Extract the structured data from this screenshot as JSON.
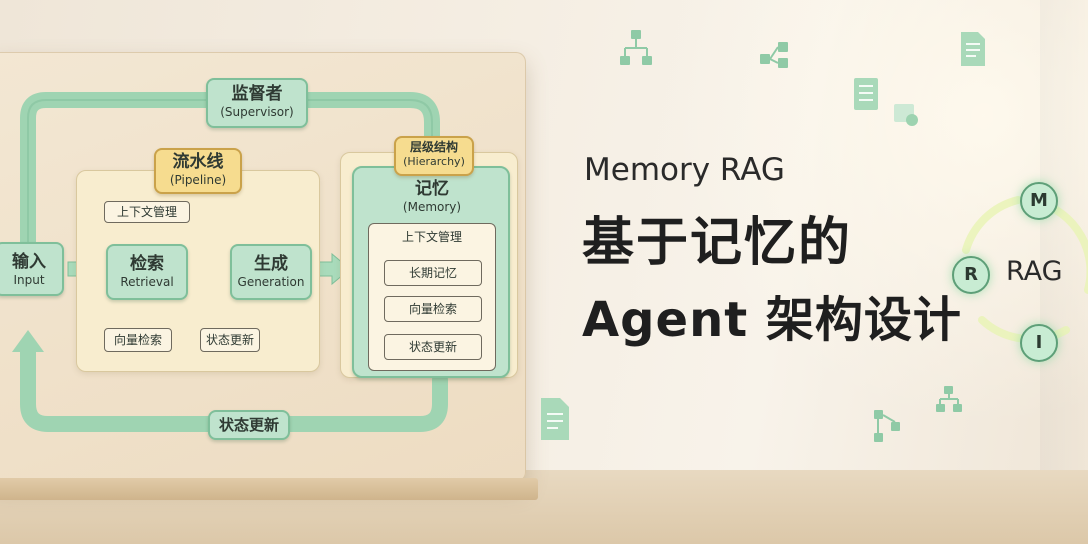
{
  "diagram": {
    "supervisor": {
      "zh": "监督者",
      "en": "(Supervisor)"
    },
    "pipeline": {
      "zh": "流水线",
      "en": "(Pipeline)"
    },
    "hierarchy": {
      "zh": "层级结构",
      "en": "(Hierarchy)"
    },
    "input": {
      "zh": "输入",
      "en": "Input"
    },
    "retrieval": {
      "zh": "检索",
      "en": "Retrieval"
    },
    "generation": {
      "zh": "生成",
      "en": "Generation"
    },
    "memory": {
      "zh": "记忆",
      "en": "(Memory)"
    },
    "pipeline_context_mgmt": "上下文管理",
    "vector_search": "向量检索",
    "state_update_small": "状态更新",
    "memory_context_mgmt": "上下文管理",
    "long_term_memory": "长期记忆",
    "memory_vector_search": "向量检索",
    "memory_state_update": "状态更新",
    "state_update_loop": "状态更新"
  },
  "title": {
    "en": "Memory RAG",
    "zh_line1": "基于记忆的",
    "zh_line2": "Agent 架构设计"
  },
  "cycle": {
    "letters": [
      "M",
      "R",
      "I"
    ],
    "center": "RAG"
  },
  "colors": {
    "mint": "#bfe3cd",
    "mint_border": "#7fbf9a",
    "yellow": "#f6dc8f",
    "cream": "#f8edcf",
    "wall": "#f5eee3"
  },
  "icons": [
    "hierarchy-icon",
    "flowchart-icon",
    "document-icon",
    "checklist-icon",
    "image-icon"
  ]
}
